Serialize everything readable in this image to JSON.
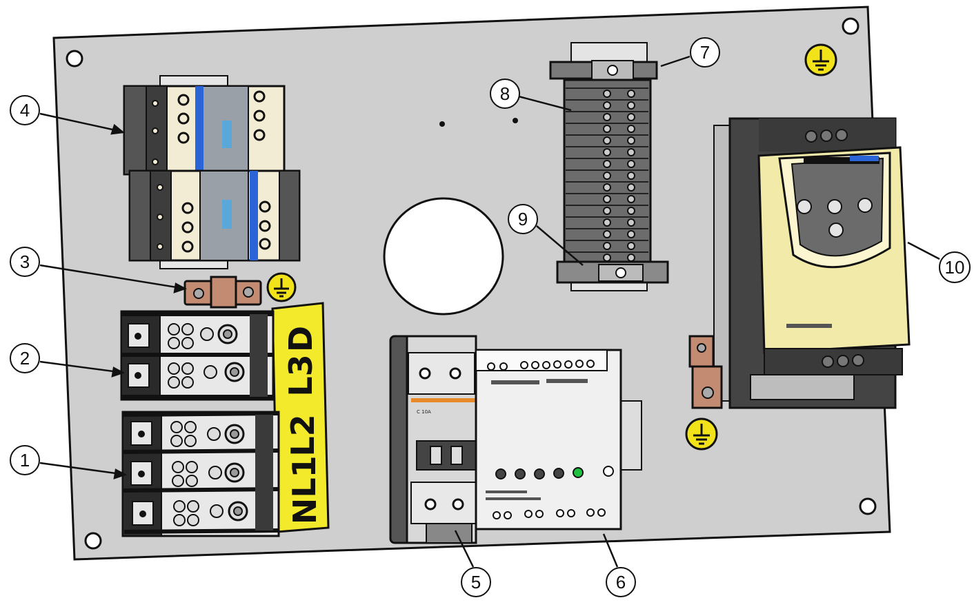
{
  "callouts": [
    {
      "id": "1",
      "label": "1"
    },
    {
      "id": "2",
      "label": "2"
    },
    {
      "id": "3",
      "label": "3"
    },
    {
      "id": "4",
      "label": "4"
    },
    {
      "id": "5",
      "label": "5"
    },
    {
      "id": "6",
      "label": "6"
    },
    {
      "id": "7",
      "label": "7"
    },
    {
      "id": "8",
      "label": "8"
    },
    {
      "id": "9",
      "label": "9"
    },
    {
      "id": "10",
      "label": "10"
    }
  ],
  "terminal_labels": {
    "d": "D",
    "l3": "L3",
    "l2": "L2",
    "l1": "L1",
    "n": "N"
  },
  "breaker_text": "C 10A",
  "colors": {
    "plate": "#cfcfcf",
    "plate_edge": "#111111",
    "terminal_label_bg": "#f3ea2c",
    "drive_body": "#f2eaa8",
    "contactor_body": "#f3ecd5",
    "copper": "#c38b72",
    "ground_symbol": "#f1e21a",
    "blue_accent": "#2a64d6",
    "led_green": "#20c040"
  }
}
